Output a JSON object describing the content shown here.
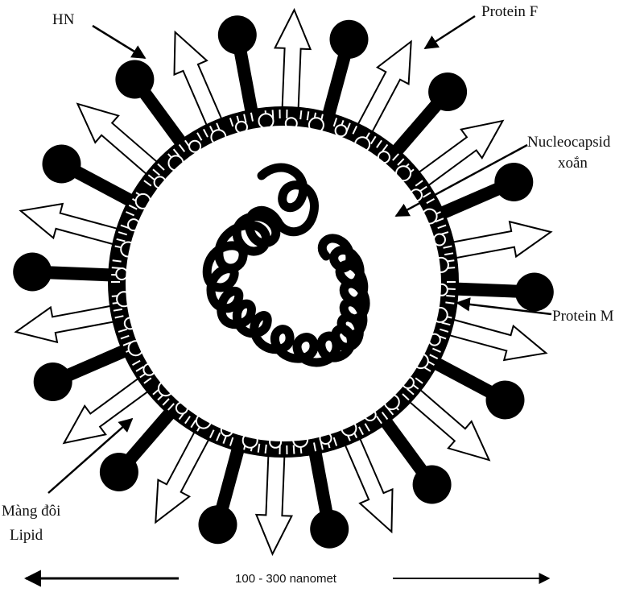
{
  "labels": {
    "hn": "HN",
    "protein_f": "Protein F",
    "nucleocapsid_line1": "Nucleocapsid",
    "nucleocapsid_line2": "xoắn",
    "protein_m": "Protein M",
    "lipid_line1": "Màng đôi",
    "lipid_line2": "Lipid"
  },
  "scale": {
    "label": "100 - 300 nanomet"
  },
  "colors": {
    "ink": "#000000",
    "paper": "#ffffff"
  }
}
